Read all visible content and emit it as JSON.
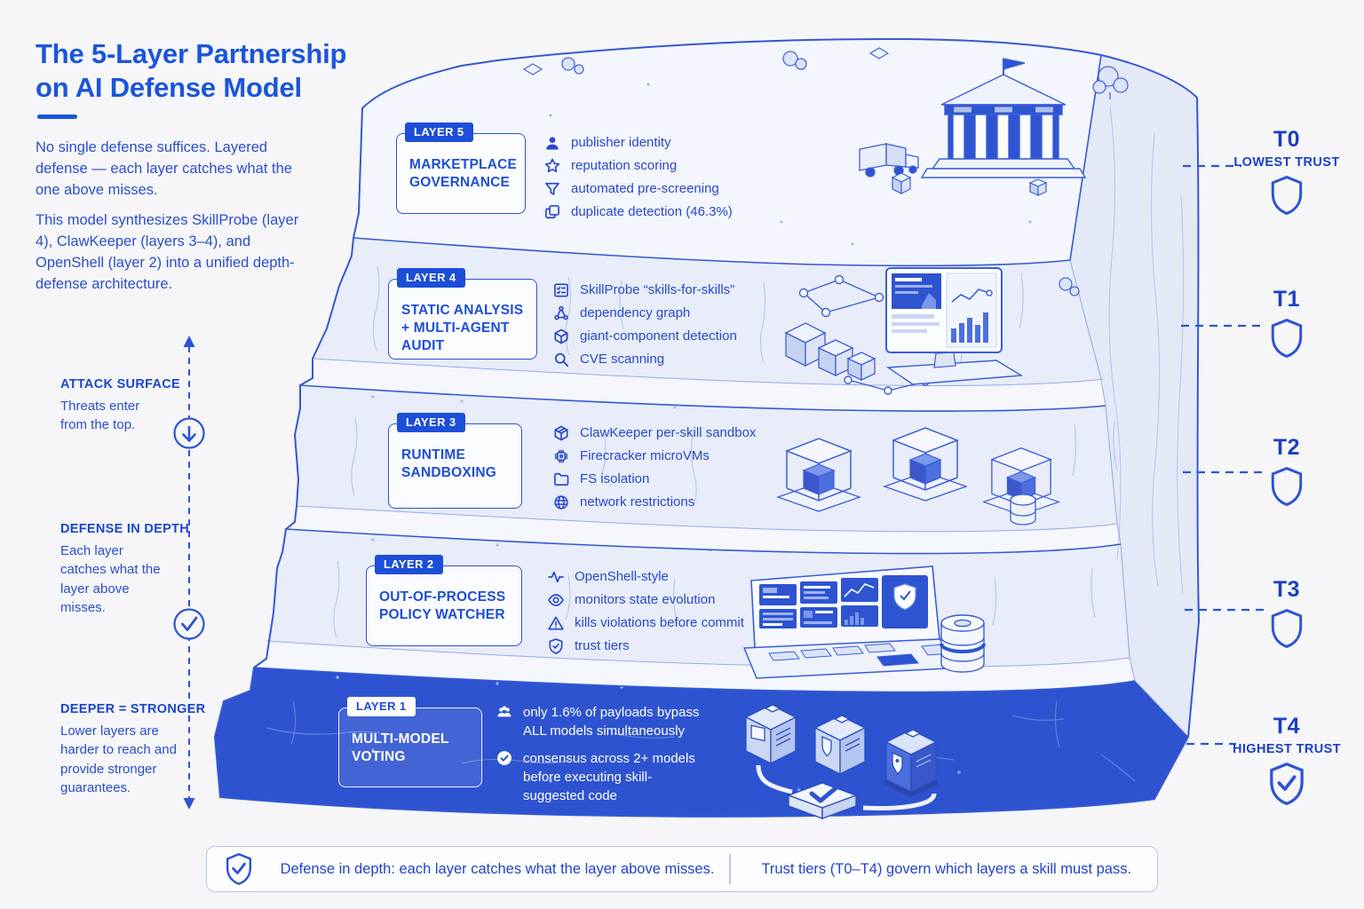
{
  "title": {
    "text": "The 5-Layer Partnership\non AI Defense Model"
  },
  "intro": {
    "p1": "No single defense suffices. Layered defense — each layer catches what the one above misses.",
    "p2": "This model synthesizes SkillProbe (layer 4), ClawKeeper (layers 3–4), and OpenShell (layer 2) into a unified depth-defense architecture."
  },
  "left_annotations": [
    {
      "heading": "ATTACK SURFACE",
      "body": "Threats enter from the top."
    },
    {
      "heading": "DEFENSE IN DEPTH",
      "body": "Each layer catches what the layer above misses."
    },
    {
      "heading": "DEEPER = STRONGER",
      "body": "Lower layers are harder to reach and provide stronger guarantees."
    }
  ],
  "layers": [
    {
      "badge": "LAYER 5",
      "title": "MARKETPLACE GOVERNANCE",
      "items": [
        {
          "icon": "user-icon",
          "text": "publisher identity"
        },
        {
          "icon": "star-icon",
          "text": "reputation scoring"
        },
        {
          "icon": "funnel-icon",
          "text": "automated pre-screening"
        },
        {
          "icon": "duplicate-icon",
          "text": "duplicate detection (46.3%)"
        }
      ]
    },
    {
      "badge": "LAYER 4",
      "title": "STATIC ANALYSIS + MULTI-AGENT AUDIT",
      "items": [
        {
          "icon": "checklist-icon",
          "text": "SkillProbe “skills-for-skills”"
        },
        {
          "icon": "graph-icon",
          "text": "dependency graph"
        },
        {
          "icon": "cube-icon",
          "text": "giant-component detection"
        },
        {
          "icon": "search-icon",
          "text": "CVE scanning"
        }
      ]
    },
    {
      "badge": "LAYER 3",
      "title": "RUNTIME SANDBOXING",
      "items": [
        {
          "icon": "package-icon",
          "text": "ClawKeeper per-skill sandbox"
        },
        {
          "icon": "chip-icon",
          "text": "Firecracker microVMs"
        },
        {
          "icon": "folder-icon",
          "text": "FS isolation"
        },
        {
          "icon": "globe-icon",
          "text": "network restrictions"
        }
      ]
    },
    {
      "badge": "LAYER 2",
      "title": "OUT-OF-PROCESS POLICY WATCHER",
      "items": [
        {
          "icon": "pulse-icon",
          "text": "OpenShell-style"
        },
        {
          "icon": "eye-icon",
          "text": "monitors state evolution"
        },
        {
          "icon": "warning-icon",
          "text": "kills violations before commit"
        },
        {
          "icon": "shield-icon",
          "text": "trust tiers"
        }
      ]
    },
    {
      "badge": "LAYER 1",
      "title": "MULTI-MODEL VOTING",
      "items": [
        {
          "icon": "users-icon",
          "text": "only 1.6% of payloads bypass ALL models simultaneously"
        },
        {
          "icon": "check-circle-icon",
          "text": "consensus across 2+ models before executing skill-suggested code"
        }
      ]
    }
  ],
  "trust_tiers": [
    {
      "label": "T0",
      "sublabel": "LOWEST TRUST",
      "shield": "outline"
    },
    {
      "label": "T1",
      "sublabel": "",
      "shield": "outline"
    },
    {
      "label": "T2",
      "sublabel": "",
      "shield": "outline"
    },
    {
      "label": "T3",
      "sublabel": "",
      "shield": "outline"
    },
    {
      "label": "T4",
      "sublabel": "HIGHEST TRUST",
      "shield": "check"
    }
  ],
  "footer": {
    "left": "Defense in depth: each layer catches what the layer above misses.",
    "right": "Trust tiers (T0–T4) govern which layers a skill must pass."
  },
  "colors": {
    "accent": "#1d4ed8",
    "text": "#2b4ecb",
    "dark_layer": "#2e53d0",
    "background": "#f6f6f8"
  }
}
